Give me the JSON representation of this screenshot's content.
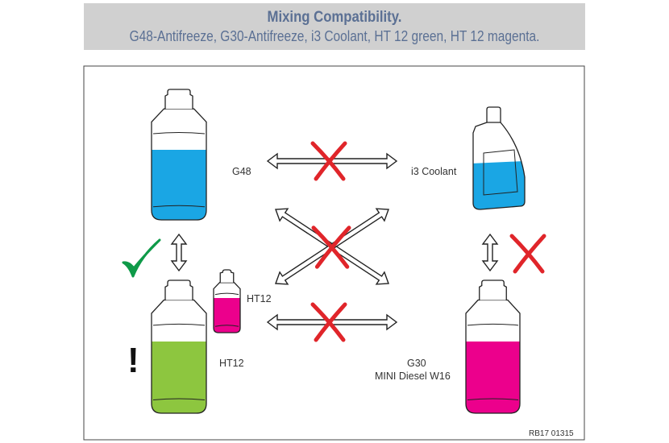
{
  "header": {
    "title": "Mixing Compatibility.",
    "subtitle": "G48-Antifreeze, G30-Antifreeze, i3 Coolant, HT 12 green, HT 12 magenta."
  },
  "labels": {
    "g48": "G48",
    "i3": "i3 Coolant",
    "ht12_small": "HT12",
    "ht12_big": "HT12",
    "g30": "G30",
    "g30_sub": "MINI Diesel W16",
    "ref": "RB17 01315",
    "exclamation": "!"
  },
  "colors": {
    "blue": "#1aa6e4",
    "green": "#8dc63f",
    "magenta": "#ec008c",
    "red": "#e0252a",
    "check": "#0e9a48",
    "header_text": "#5b7094"
  },
  "compatibility": [
    {
      "from": "G48",
      "to": "HT12",
      "compatible": true
    },
    {
      "from": "G48",
      "to": "i3 Coolant",
      "compatible": false
    },
    {
      "from": "G48",
      "to": "G30",
      "compatible": false
    },
    {
      "from": "HT12",
      "to": "i3 Coolant",
      "compatible": false
    },
    {
      "from": "HT12",
      "to": "G30",
      "compatible": false
    },
    {
      "from": "i3 Coolant",
      "to": "G30",
      "compatible": false
    }
  ]
}
